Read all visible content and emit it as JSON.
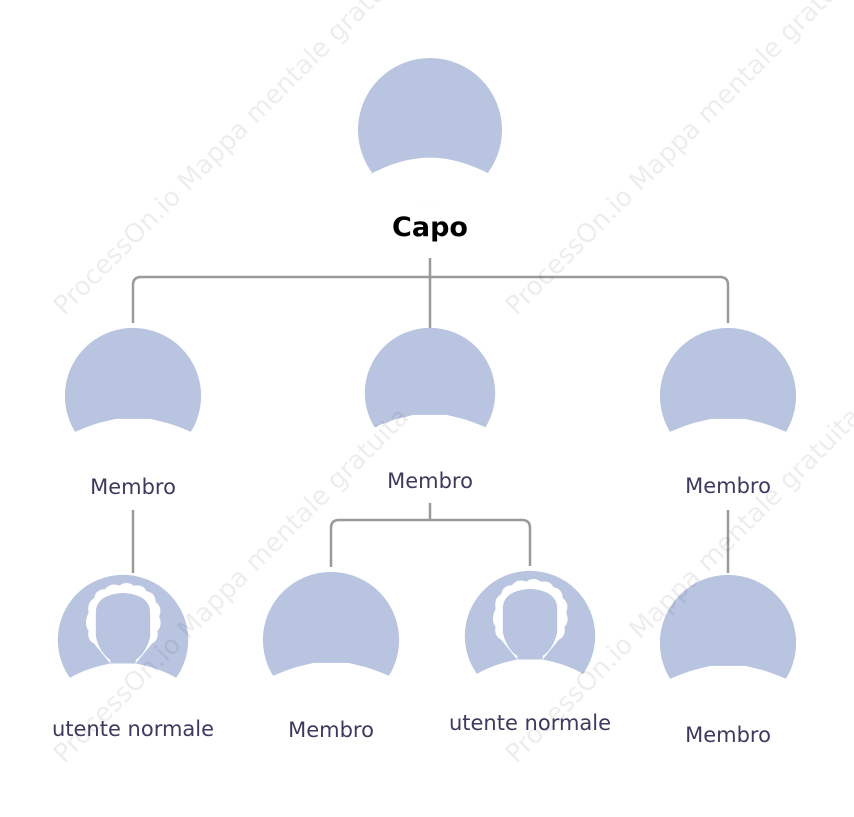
{
  "colors": {
    "avatar_fill": "#b8c4e0",
    "connector": "#9a9a9a",
    "label_text": "#3e3a5e",
    "root_text": "#000000"
  },
  "watermark_text": "ProcessOn.io Mappa mentale gratuita",
  "nodes": [
    {
      "id": "root",
      "label": "Capo",
      "icon": "user-short-hair-icon"
    },
    {
      "id": "m1",
      "label": "Membro",
      "icon": "user-long-hair-icon"
    },
    {
      "id": "m2",
      "label": "Membro",
      "icon": "user-long-hair-icon"
    },
    {
      "id": "m3",
      "label": "Membro",
      "icon": "user-long-hair-icon"
    },
    {
      "id": "u1",
      "label": "utente normale",
      "icon": "user-curly-hair-icon"
    },
    {
      "id": "m4",
      "label": "Membro",
      "icon": "user-long-hair-icon"
    },
    {
      "id": "u2",
      "label": "utente normale",
      "icon": "user-curly-hair-icon"
    },
    {
      "id": "m5",
      "label": "Membro",
      "icon": "user-long-hair-icon"
    }
  ],
  "edges": [
    [
      "root",
      "m1"
    ],
    [
      "root",
      "m2"
    ],
    [
      "root",
      "m3"
    ],
    [
      "m1",
      "u1"
    ],
    [
      "m2",
      "m4"
    ],
    [
      "m2",
      "u2"
    ],
    [
      "m3",
      "m5"
    ]
  ]
}
